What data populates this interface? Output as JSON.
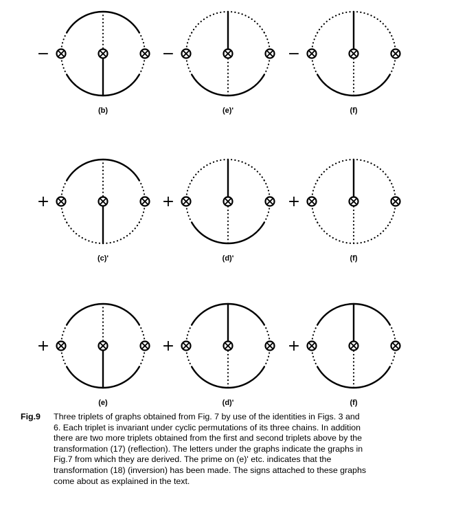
{
  "figure": {
    "rows": [
      {
        "graphs": [
          {
            "sign": "−",
            "label": "(b)",
            "left_arc": "dotted",
            "right_arc": "dotted",
            "top_arc": "solid",
            "bottom_arc": "solid",
            "vertical_upper": "dotted",
            "vertical_lower": "solid",
            "markers": [
              "cross",
              "cross",
              "cross"
            ]
          },
          {
            "sign": "−",
            "label": "(e)'",
            "left_arc": "dotted",
            "right_arc": "dotted",
            "top_arc": "dotted",
            "bottom_arc": "solid",
            "vertical_upper": "solid",
            "vertical_lower": "dotted",
            "markers": [
              "cross",
              "cross",
              "cross"
            ]
          },
          {
            "sign": "−",
            "label": "(f)",
            "left_arc": "dotted",
            "right_arc": "dotted",
            "top_arc": "dotted",
            "bottom_arc": "solid",
            "vertical_upper": "solid",
            "vertical_lower": "dotted",
            "markers": [
              "cross",
              "cross",
              "cross"
            ]
          }
        ]
      },
      {
        "graphs": [
          {
            "sign": "+",
            "label": "(c)'",
            "left_arc": "dotted",
            "right_arc": "dotted",
            "top_arc": "solid",
            "bottom_arc": "dotted",
            "vertical_upper": "dotted",
            "vertical_lower": "solid",
            "markers": [
              "cross",
              "cross",
              "cross"
            ]
          },
          {
            "sign": "+",
            "label": "(d)'",
            "left_arc": "dotted",
            "right_arc": "dotted",
            "top_arc": "dotted",
            "bottom_arc": "solid",
            "vertical_upper": "solid",
            "vertical_lower": "dotted",
            "markers": [
              "cross",
              "cross",
              "cross"
            ]
          },
          {
            "sign": "+",
            "label": "(f)",
            "left_arc": "dotted",
            "right_arc": "dotted",
            "top_arc": "dotted",
            "bottom_arc": "dotted",
            "vertical_upper": "solid",
            "vertical_lower": "dotted",
            "markers": [
              "cross",
              "cross",
              "cross"
            ]
          }
        ]
      },
      {
        "graphs": [
          {
            "sign": "+",
            "label": "(e)",
            "left_arc": "dotted",
            "right_arc": "dotted",
            "top_arc": "solid",
            "bottom_arc": "solid",
            "vertical_upper": "dotted",
            "vertical_lower": "solid",
            "markers": [
              "cross",
              "cross",
              "cross"
            ]
          },
          {
            "sign": "+",
            "label": "(d)'",
            "left_arc": "dotted",
            "right_arc": "dotted",
            "top_arc": "solid",
            "bottom_arc": "solid",
            "vertical_upper": "solid",
            "vertical_lower": "dotted",
            "markers": [
              "cross",
              "cross",
              "cross"
            ]
          },
          {
            "sign": "+",
            "label": "(f)",
            "left_arc": "dotted",
            "right_arc": "dotted",
            "top_arc": "solid",
            "bottom_arc": "solid",
            "vertical_upper": "solid",
            "vertical_lower": "dotted",
            "markers": [
              "cross",
              "cross",
              "cross"
            ]
          }
        ]
      }
    ]
  },
  "caption": {
    "label": "Fig.9",
    "lines": [
      "Three triplets of graphs obtained from Fig. 7 by use of the identities in Figs. 3 and",
      "6. Each triplet is invariant under cyclic permutations of its three chains. In addition",
      "there are two more triplets obtained from the first and second triplets above by the",
      "transformation (17) (reflection). The letters under the graphs indicate the graphs in",
      "Fig.7 from which they are derived. The prime on (e)' etc. indicates that the",
      "transformation (18) (inversion) has been made. The signs attached to these graphs",
      "come about as explained in the text."
    ]
  }
}
